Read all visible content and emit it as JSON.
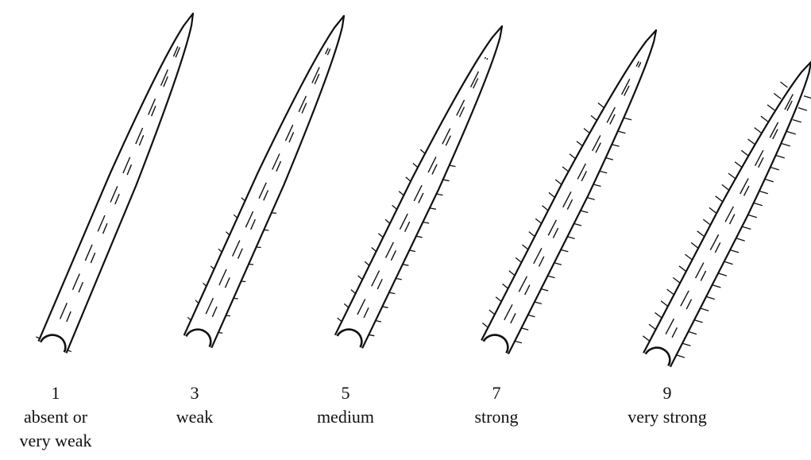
{
  "figure": {
    "stroke_color": "#111111",
    "background": "#ffffff",
    "items": [
      {
        "number": "1",
        "label_lines": [
          "absent or",
          "very weak"
        ],
        "hair_level": 1
      },
      {
        "number": "3",
        "label_lines": [
          "weak"
        ],
        "hair_level": 3
      },
      {
        "number": "5",
        "label_lines": [
          "medium"
        ],
        "hair_level": 5
      },
      {
        "number": "7",
        "label_lines": [
          "strong"
        ],
        "hair_level": 7
      },
      {
        "number": "9",
        "label_lines": [
          "very strong"
        ],
        "hair_level": 9
      }
    ]
  }
}
